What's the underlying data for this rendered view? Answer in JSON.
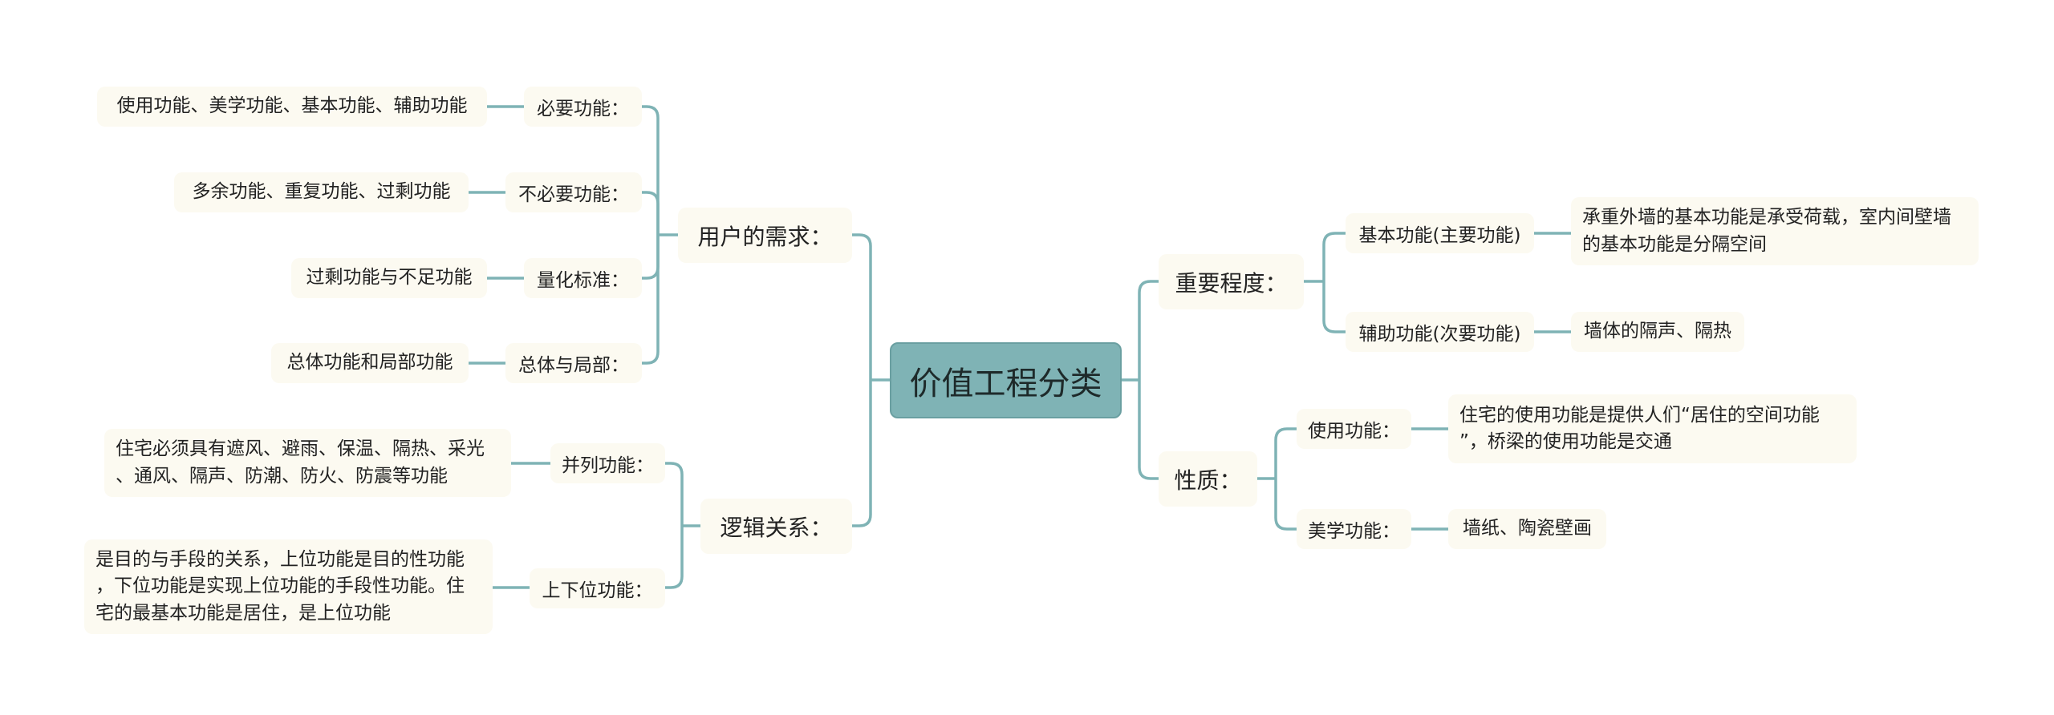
{
  "root": "价值工程分类",
  "colors": {
    "line": "#7fb3b5",
    "root_bg": "#7fb3b5",
    "node_bg": "#fcfaf1"
  },
  "left": {
    "user_needs": {
      "label": "用户的需求：",
      "children": [
        {
          "label": "必要功能：",
          "detail": [
            "使用功能、美学功能、基本功能、辅助功能"
          ]
        },
        {
          "label": "不必要功能：",
          "detail": [
            "多余功能、重复功能、过剩功能"
          ]
        },
        {
          "label": "量化标准：",
          "detail": [
            "过剩功能与不足功能"
          ]
        },
        {
          "label": "总体与局部：",
          "detail": [
            "总体功能和局部功能"
          ]
        }
      ]
    },
    "logic": {
      "label": "逻辑关系：",
      "children": [
        {
          "label": "并列功能：",
          "detail": [
            "住宅必须具有遮风、避雨、保温、隔热、采光",
            "、通风、隔声、防潮、防火、防震等功能"
          ]
        },
        {
          "label": "上下位功能：",
          "detail": [
            "是目的与手段的关系，上位功能是目的性功能",
            "，下位功能是实现上位功能的手段性功能。住",
            "宅的最基本功能是居住，是上位功能"
          ]
        }
      ]
    }
  },
  "right": {
    "importance": {
      "label": "重要程度：",
      "children": [
        {
          "label": "基本功能(主要功能)",
          "detail": [
            "承重外墙的基本功能是承受荷载，室内间壁墙",
            "的基本功能是分隔空间"
          ]
        },
        {
          "label": "辅助功能(次要功能)",
          "detail": [
            "墙体的隔声、隔热"
          ]
        }
      ]
    },
    "nature": {
      "label": "性质：",
      "children": [
        {
          "label": "使用功能：",
          "detail": [
            "住宅的使用功能是提供人们“居住的空间功能",
            "”，桥梁的使用功能是交通"
          ]
        },
        {
          "label": "美学功能：",
          "detail": [
            "墙纸、陶瓷壁画"
          ]
        }
      ]
    }
  }
}
